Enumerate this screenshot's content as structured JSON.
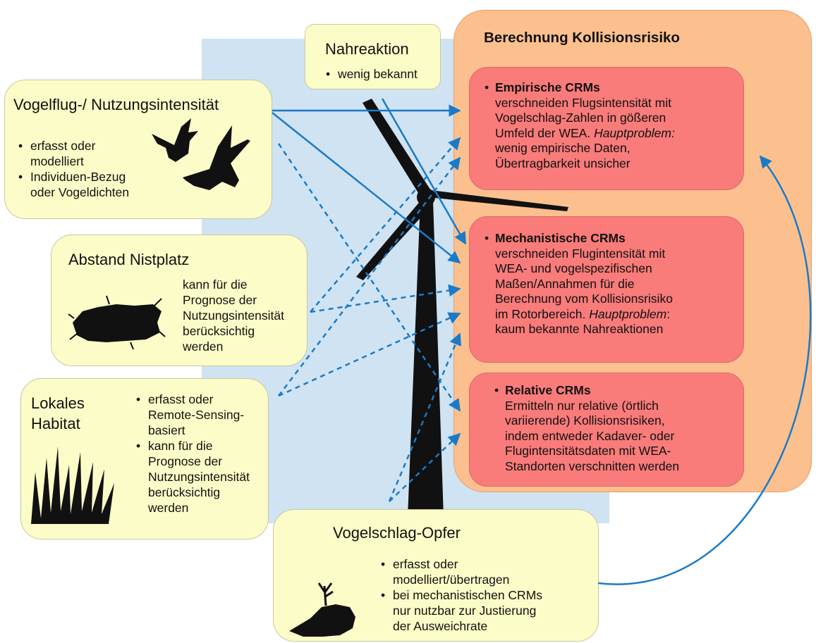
{
  "nahreaktion": {
    "title": "Nahreaktion",
    "items": [
      "wenig bekannt"
    ]
  },
  "berechnung": {
    "title": "Berechnung Kollisionsrisiko",
    "empirisch": {
      "heading": "Empirische CRMs",
      "lines": [
        "verschneiden Flugsintensität mit",
        "Vogelschlag-Zahlen in gößeren",
        "Umfeld der WEA.",
        "Hauptproblem:",
        "wenig empirische Daten,",
        "Übertragbarkeit unsicher"
      ]
    },
    "mechanistisch": {
      "heading": "Mechanistische CRMs",
      "lines": [
        "verschneiden Flugintensität mit",
        "WEA- und vogelspezifischen",
        "Maßen/Annahmen für die",
        "Berechnung vom Kollisionsrisiko",
        "im Rotorbereich.",
        "Hauptproblem",
        ":",
        "kaum bekannte Nahreaktionen"
      ]
    },
    "relativ": {
      "heading": "Relative CRMs",
      "lines": [
        "Ermitteln nur relative (örtlich",
        "variierende) Kollisionsrisiken,",
        "indem entweder Kadaver- oder",
        "Flugintensitätsdaten mit WEA-",
        "Standorten verschnitten werden"
      ]
    }
  },
  "vogelflug": {
    "title": "Vogelflug-/ Nutzungsintensität",
    "items": [
      [
        "erfasst oder",
        "modelliert"
      ],
      [
        "Individuen-Bezug",
        "oder Vogeldichten"
      ]
    ]
  },
  "abstand": {
    "title": "Abstand Nistplatz",
    "lines": [
      "kann für die",
      "Prognose der",
      "Nutzungsintensität",
      "berücksichtig",
      "werden"
    ]
  },
  "habitat": {
    "title_lines": [
      "Lokales",
      "Habitat"
    ],
    "items": [
      [
        "erfasst oder",
        "Remote-Sensing-",
        "basiert"
      ],
      [
        "kann für die",
        "Prognose der",
        "Nutzungsintensität",
        "berücksichtig",
        "werden"
      ]
    ]
  },
  "opfer": {
    "title": "Vogelschlag-Opfer",
    "items": [
      [
        "erfasst oder",
        "modelliert/übertragen"
      ],
      [
        "bei mechanistischen CRMs",
        "nur nutzbar zur Justierung",
        "der Ausweichrate"
      ]
    ]
  },
  "colors": {
    "background_panel": "#cfe3f2",
    "yellow_box": "#fcfcc8",
    "orange_panel": "#fcc08e",
    "red_box": "#f97b7a",
    "arrow": "#1a7ac8",
    "silhouette": "#111111"
  },
  "icons": [
    "birds-silhouette-icon",
    "nest-silhouette-icon",
    "grass-silhouette-icon",
    "dead-bird-icon",
    "wind-turbine-silhouette"
  ]
}
